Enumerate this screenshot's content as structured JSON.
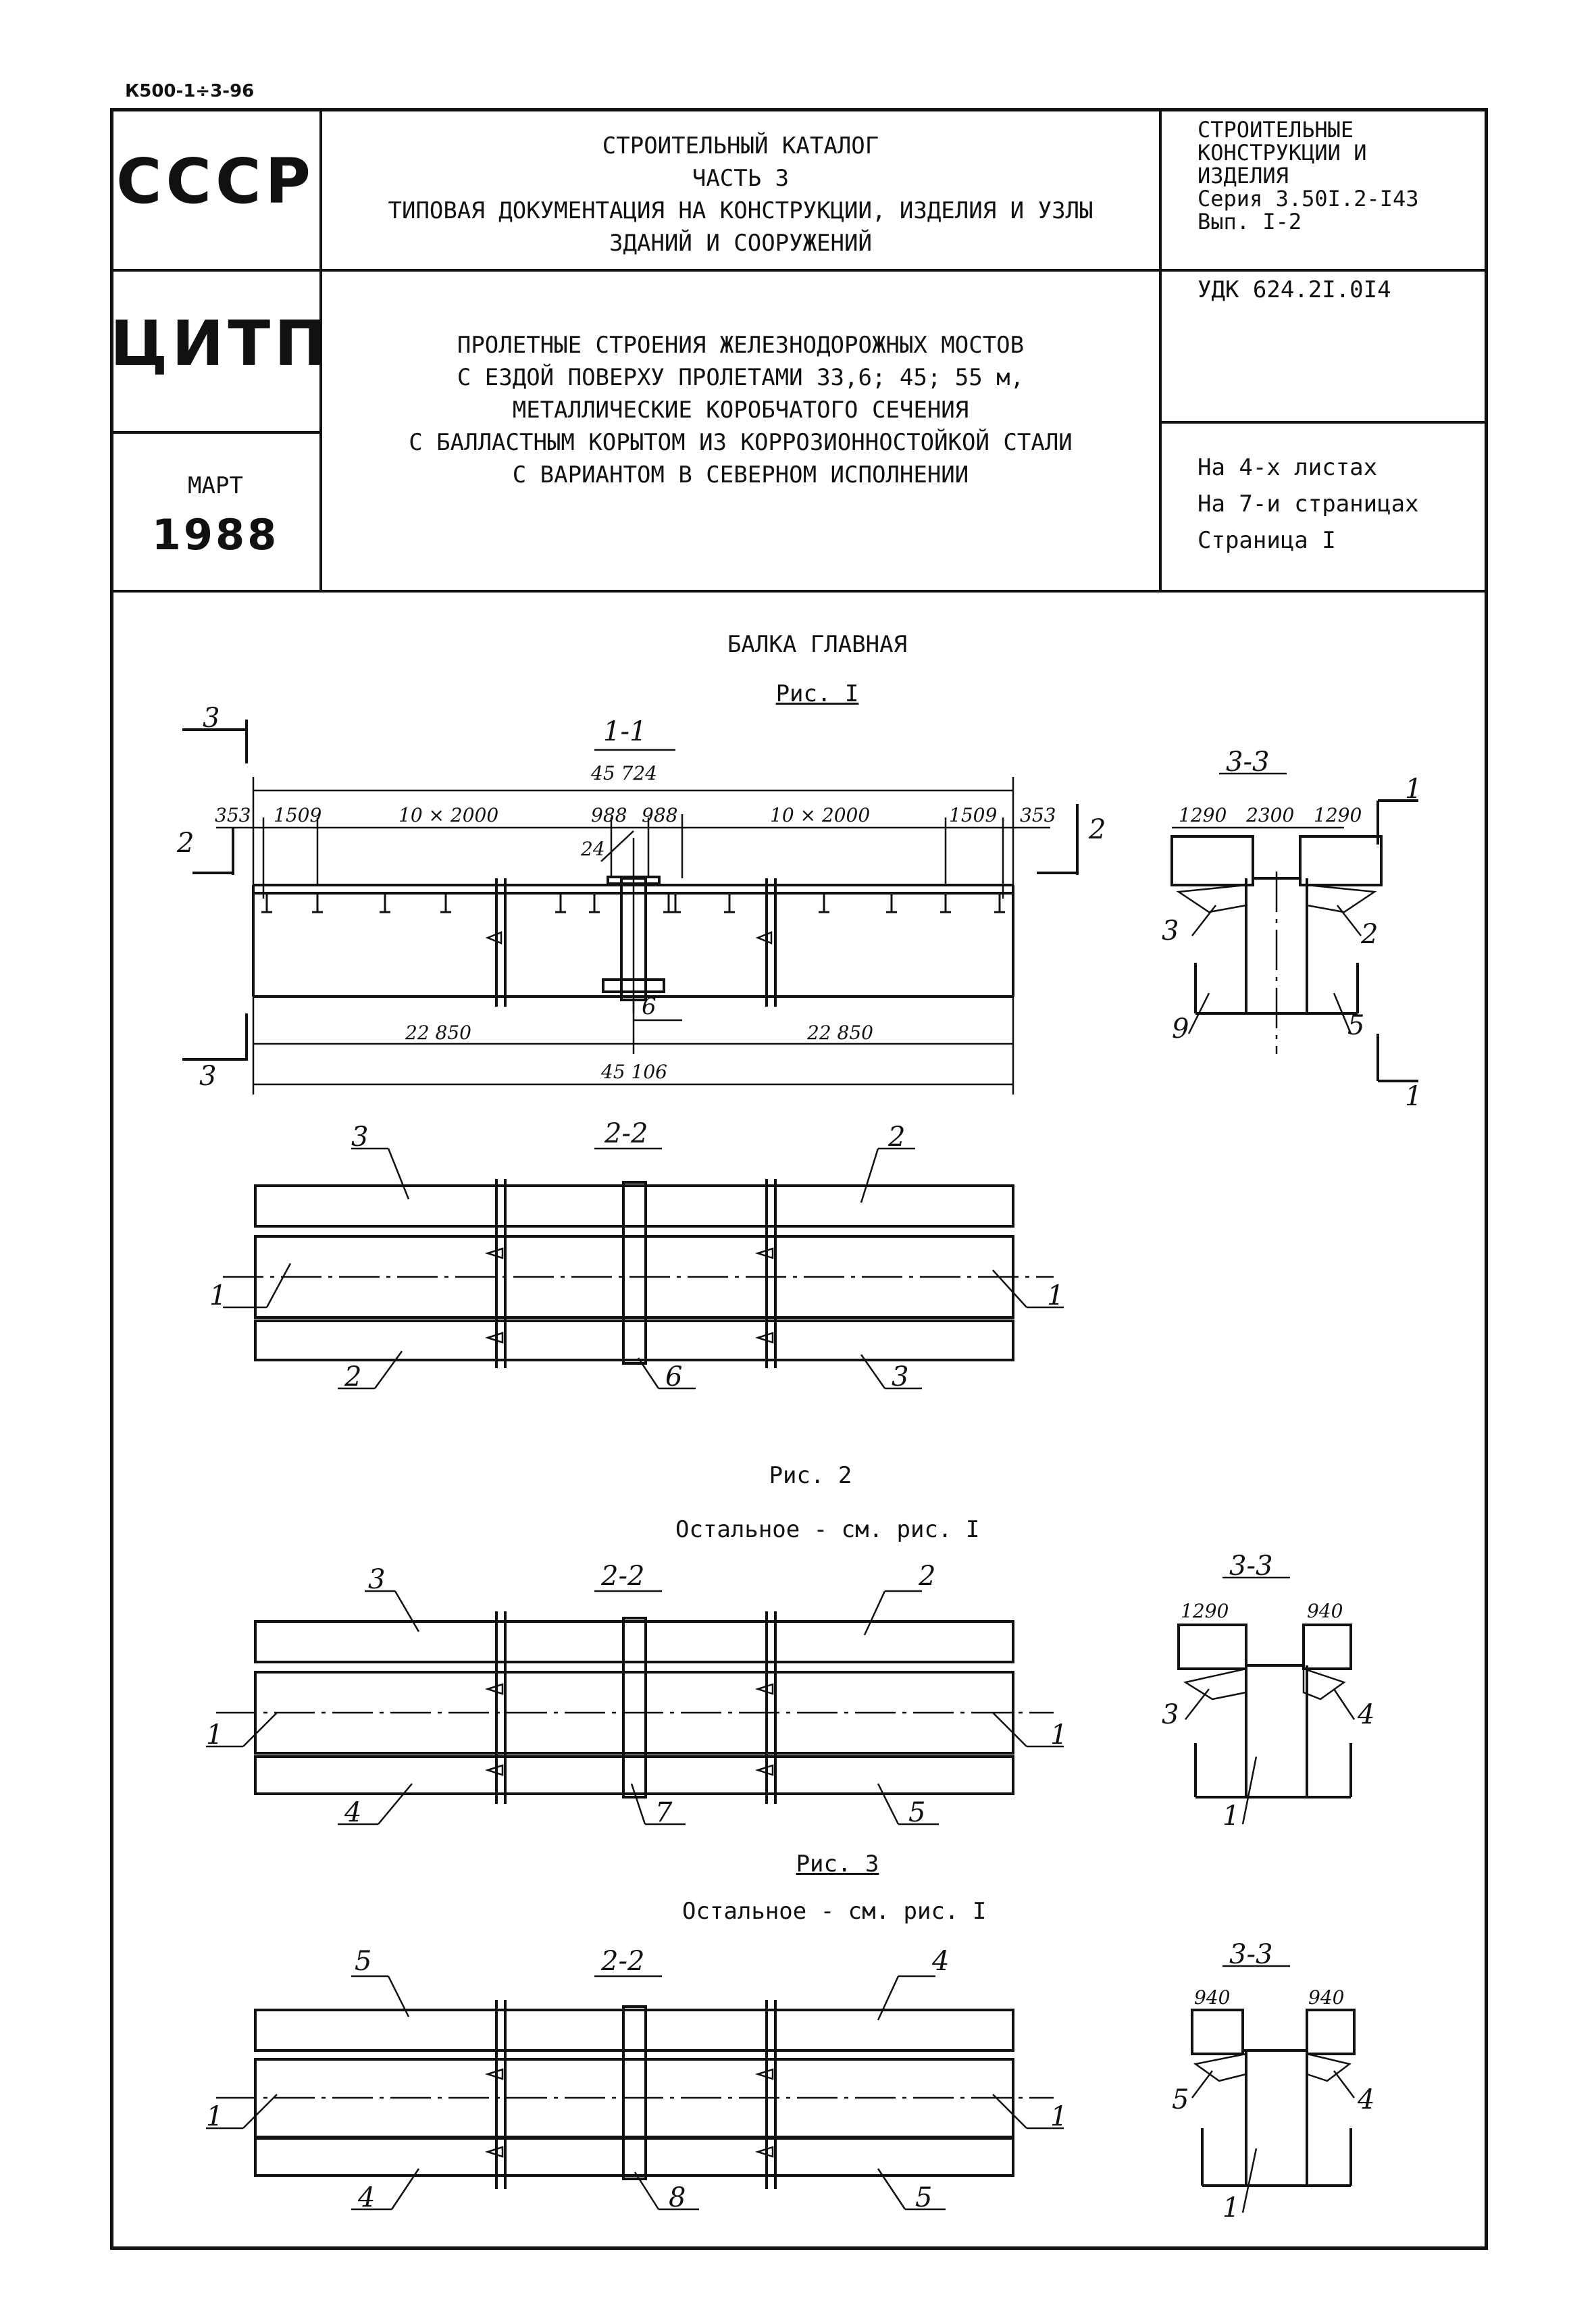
{
  "doc_code": "К500-1÷3-96",
  "header": {
    "ussr": "СССР",
    "citp": "ЦИТП",
    "month": "МАРТ",
    "year": "1988",
    "catalog_lines": [
      "СТРОИТЕЛЬНЫЙ КАТАЛОГ",
      "ЧАСТЬ 3",
      "ТИПОВАЯ ДОКУМЕНТАЦИЯ НА КОНСТРУКЦИИ, ИЗДЕЛИЯ И УЗЛЫ",
      "ЗДАНИЙ И СООРУЖЕНИЙ"
    ],
    "section_lines": [
      "СТРОИТЕЛЬНЫЕ",
      "КОНСТРУКЦИИ И",
      "ИЗДЕЛИЯ",
      "Серия 3.50I.2-I43",
      "Вып. I-2"
    ],
    "udk": "УДК 624.2I.0I4",
    "title_lines": [
      "ПРОЛЕТНЫЕ СТРОЕНИЯ ЖЕЛЕЗНОДОРОЖНЫХ МОСТОВ",
      "С ЕЗДОЙ ПОВЕРХУ ПРОЛЕТАМИ 33,6; 45; 55 м,",
      "МЕТАЛЛИЧЕСКИЕ КОРОБЧАТОГО СЕЧЕНИЯ",
      "С БАЛЛАСТНЫМ КОРЫТОМ ИЗ КОРРОЗИОННОСТОЙКОЙ СТАЛИ",
      "С ВАРИАНТОМ В СЕВЕРНОМ ИСПОЛНЕНИИ"
    ],
    "sheets_lines": [
      "На 4-х листах",
      "На 7-и страницах",
      "Страница I"
    ]
  },
  "drawing": {
    "main_title": "БАЛКА ГЛАВНАЯ",
    "fig1": "Рис. I",
    "fig2": "Рис. 2",
    "fig3": "Рис. 3",
    "rest_note_fig2": "Остальное - см. рис. I",
    "rest_note_fig3": "Остальное - см. рис. I",
    "section_1_1": "1-1",
    "section_2_2": "2-2",
    "section_3_3": "3-3",
    "dims_top": {
      "total": "45 724",
      "left_end": "353",
      "left_1509": "1509",
      "left_span": "10 × 2000",
      "mid_left": "988",
      "mid_right": "988",
      "right_span": "10 × 2000",
      "right_1509": "1509",
      "right_end": "353",
      "stiff": "24"
    },
    "dims_bottom": {
      "left_half": "22 850",
      "right_half": "22 850",
      "total": "45 106"
    },
    "dims_33_fig1": [
      "1290",
      "2300",
      "1290"
    ],
    "dims_33_fig2": [
      "1290",
      "940"
    ],
    "dims_33_fig3": [
      "940",
      "940"
    ],
    "cut_marks": [
      "1",
      "2",
      "3"
    ],
    "callouts_fig1_plan": [
      "3",
      "2",
      "1",
      "1",
      "2",
      "6",
      "3"
    ],
    "callouts_fig1_side": [
      "6"
    ],
    "callouts_fig1_33": [
      "3",
      "2",
      "9",
      "5"
    ],
    "callouts_fig2_plan": [
      "3",
      "2",
      "1",
      "1",
      "4",
      "7",
      "5"
    ],
    "callouts_fig2_33": [
      "3",
      "4",
      "1"
    ],
    "callouts_fig3_plan": [
      "5",
      "4",
      "1",
      "1",
      "4",
      "8",
      "5"
    ],
    "callouts_fig3_33": [
      "5",
      "4",
      "1"
    ]
  }
}
